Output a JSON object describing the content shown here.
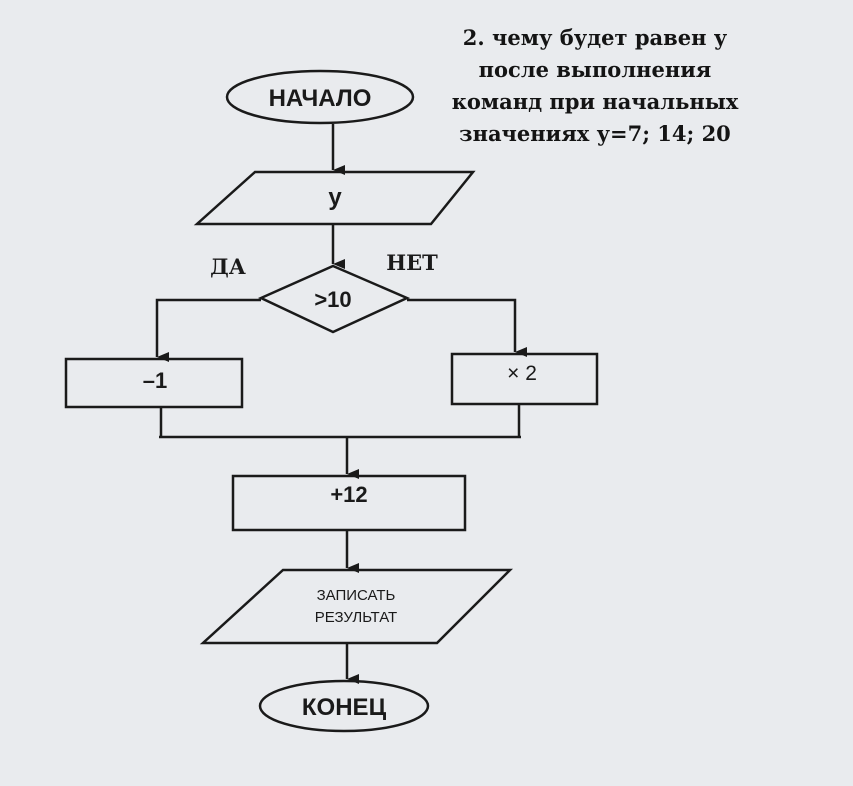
{
  "question": {
    "lines": [
      "2. чему будет равен у",
      "после выполнения",
      "команд при начальных",
      "значениях у=7; 14;  20"
    ]
  },
  "flowchart": {
    "start": "НАЧАЛО",
    "input": "у",
    "condition": ">10",
    "branch_yes": "ДА",
    "branch_no": "НЕТ",
    "yes_action": "–1",
    "no_action": "× 2",
    "common_action": "+12",
    "output_line1": "ЗАПИСАТЬ",
    "output_line2": "РЕЗУЛЬТАТ",
    "end": "КОНЕЦ"
  },
  "colors": {
    "ink": "#1a1a1a",
    "background": "#e9ebee"
  }
}
